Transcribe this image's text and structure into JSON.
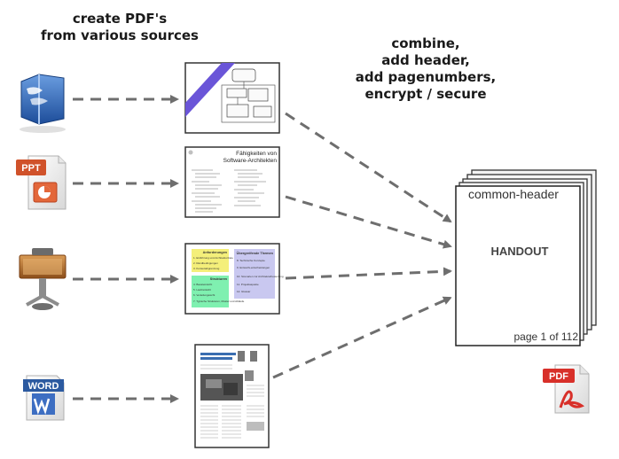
{
  "captions": {
    "left": [
      "create PDF's",
      "from various sources"
    ],
    "right": [
      "combine,",
      "add header,",
      "add pagenumbers,",
      "encrypt / secure"
    ]
  },
  "sources": [
    {
      "name": "openoffice",
      "icon": "openoffice-icon",
      "color": "#2a5aa8"
    },
    {
      "name": "powerpoint",
      "icon": "powerpoint-icon",
      "label": "PPT",
      "color": "#d0522a"
    },
    {
      "name": "keynote",
      "icon": "keynote-icon",
      "color": "#b06a2c"
    },
    {
      "name": "word",
      "icon": "word-icon",
      "label": "WORD",
      "color": "#2c5aa0"
    }
  ],
  "thumbnails": {
    "slide2": {
      "title_line1": "Fähigkeiten von",
      "title_line2": "Software-Architekten"
    },
    "slide3": {
      "box1_title": "Anforderungen",
      "box1_items": [
        "1. Einführung und Architekturziele",
        "2. Randbedingungen",
        "3. Kontextabgrenzung"
      ],
      "box2_title": "Strukturen",
      "box2_items": [
        "4. Bausteinsicht",
        "5. Laufzeitsicht",
        "6. Verteilungssicht",
        "7. Typische Strukturen, Muster und Abläufe"
      ],
      "box3_title": "Übergreifende Themen",
      "box3_items": [
        "8. Technische Konzepte",
        "9. Entwurfs-entscheidungen",
        "10. Szenarien zur Architekturbewertung",
        "11. Projektaspekte",
        "12. Glossar"
      ]
    }
  },
  "output": {
    "header": "common-header",
    "title": "HANDOUT",
    "footer": "page 1 of 112",
    "pdf_label": "PDF"
  },
  "colors": {
    "arrow": "#6e6e6e",
    "purple_band": "#6a55d8",
    "box_yellow": "#f4ef7a",
    "box_green": "#7ff0b0",
    "box_lavender": "#c9c8f0",
    "pdf_red": "#d8302a"
  }
}
